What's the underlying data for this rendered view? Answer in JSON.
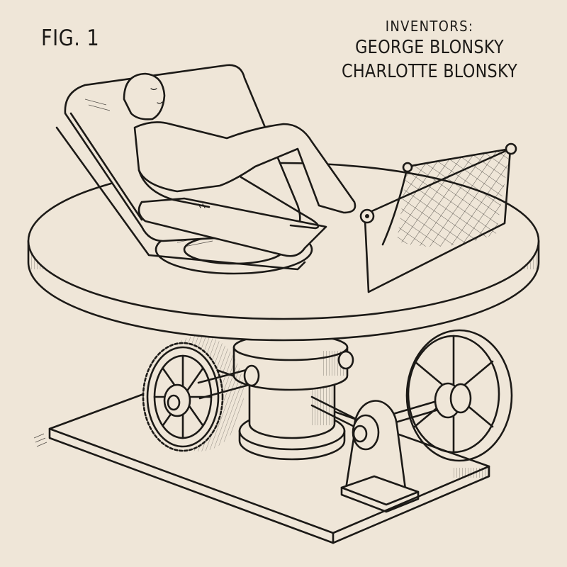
{
  "figure": {
    "label": "FIG. 1"
  },
  "inventors": {
    "heading": "INVENTORS:",
    "names": [
      "GEORGE BLONSKY",
      "CHARLOTTE BLONSKY"
    ]
  },
  "illustration": {
    "subject": "reclining woman on tilted padded bed mounted on rotating circular platform, with mesh catch net at foot end",
    "components": [
      "reclined-bed-frame",
      "reclining-woman-figure",
      "mesh-catch-net",
      "circular-rotating-platform",
      "central-column-spindle",
      "spur-gear",
      "worm-shaft",
      "pillow-block-bearing",
      "spoked-flywheel",
      "rectangular-base-plate"
    ]
  },
  "colors": {
    "background": "#efe6d8",
    "ink": "#1c1a17"
  }
}
